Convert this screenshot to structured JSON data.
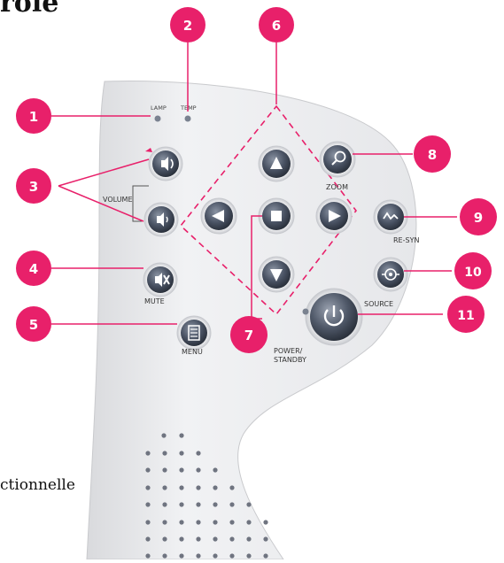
{
  "page": {
    "title_fragment": "rôle",
    "caption_fragment": "ctionnelle"
  },
  "remote": {
    "indicators": {
      "lamp": "LAMP",
      "temp": "TEMP"
    },
    "labels": {
      "volume": "VOLUME",
      "zoom": "ZOOM",
      "resync": "RE-SYN",
      "mute": "MUTE",
      "source": "SOURCE",
      "menu": "MENU",
      "power_line1": "POWER/",
      "power_line2": "STANDBY"
    }
  },
  "callouts": [
    "1",
    "2",
    "3",
    "4",
    "5",
    "6",
    "7",
    "8",
    "9",
    "10",
    "11"
  ],
  "colors": {
    "callout": "#e8206a",
    "callout_line": "#e8206a",
    "body": "#ecedf0",
    "button": "#3d4656",
    "icon": "#ffffff"
  }
}
